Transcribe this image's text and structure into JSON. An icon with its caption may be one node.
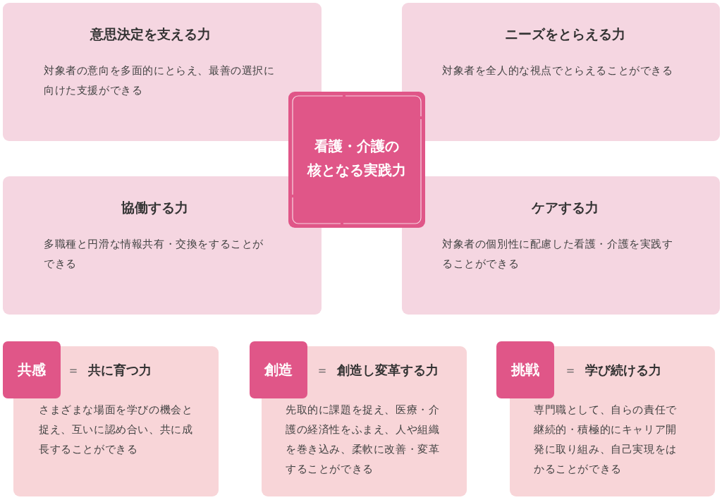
{
  "diagram": {
    "nodes": [
      {
        "text": [
          "意思決定を支える力",
          "対象者の意向を多面的にとらえ、最善の選択に向けた支援ができる"
        ]
      },
      {
        "text": [
          "ニーズをとらえる力",
          "対象者を全人的な視点でとらえることができる"
        ]
      },
      {
        "text": [
          "看護・介護の核となる実践力"
        ]
      },
      {
        "text": [
          "協働する力",
          "多職種と円滑な情報共有・交換をすることができる"
        ]
      },
      {
        "text": [
          "ケアする力",
          "対象者の個別性に配慮した看護・介護を実践することができる"
        ]
      },
      {
        "text": [
          "共感"
        ]
      },
      {
        "text": [
          "＝ **共に育つ力**",
          "さまざまな場面を学びの機会と捉え、互いに認め合い、共に成長することができる"
        ]
      },
      {
        "text": [
          "創造"
        ]
      },
      {
        "text": [
          "＝ **創造し変革する力**",
          "先取的に課題を捉え、医療・介護の経済性をふまえ、人や組織を巻き込み、柔軟に改善・変革することができる"
        ]
      },
      {
        "text": [
          "挑戦"
        ]
      },
      {
        "text": [
          "＝ **学び続ける力**",
          "専門職として、自らの責任で継続的・積極的にキャリア開発に取り組み、自己実現をはかることができる"
        ]
      }
    ]
  }
}
